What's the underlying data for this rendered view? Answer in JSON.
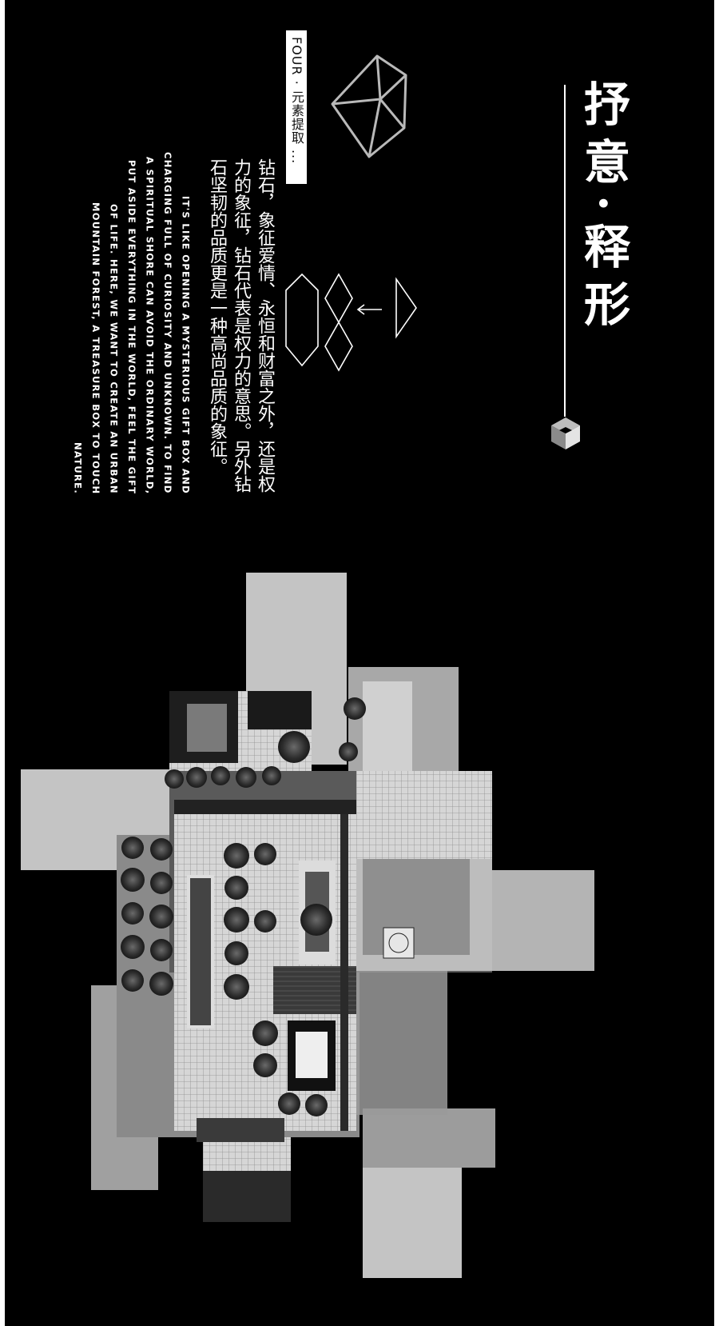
{
  "title": "抒意·释形",
  "section_label": "FOUR · 元素提取 ...",
  "body_cn": "钻石，象征爱情、永恒和财富之外，还是权力的象征，钻石代表是权力的意思。另外钻石坚韧的品质更是一种高尚品质的象征。",
  "body_en": "It's like opening a mysterious gift box and charging full of curiosity and unknown. To find a spiritual shore can avoid the ordinary world, put aside everything in the world, feel the gift of life. Here, we want to create an urban mountain forest, a treasure box to touch nature.",
  "icons": {
    "gem": "diamond-outline-icon",
    "cube": "isometric-cube-icon",
    "decomposition": "diamond-decomposition-icon"
  },
  "colors": {
    "background": "#000000",
    "text": "#ffffff",
    "panel_light": "#c4c4c4",
    "panel_mid": "#a8a8a8"
  }
}
